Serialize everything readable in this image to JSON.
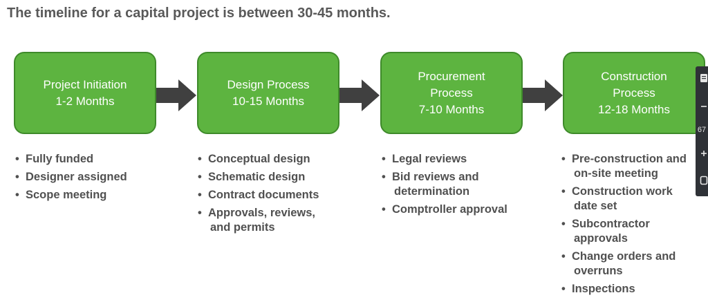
{
  "title": "The timeline for a capital project is between 30-45 months.",
  "stages": [
    {
      "name_lines": [
        "Project Initiation"
      ],
      "duration": "1-2 Months",
      "bullets": [
        [
          "Fully funded"
        ],
        [
          "Designer assigned"
        ],
        [
          "Scope meeting"
        ]
      ]
    },
    {
      "name_lines": [
        "Design Process"
      ],
      "duration": "10-15 Months",
      "bullets": [
        [
          "Conceptual design"
        ],
        [
          "Schematic design"
        ],
        [
          "Contract documents"
        ],
        [
          "Approvals, reviews,",
          "and permits"
        ]
      ]
    },
    {
      "name_lines": [
        "Procurement",
        "Process"
      ],
      "duration": "7-10 Months",
      "bullets": [
        [
          "Legal reviews"
        ],
        [
          "Bid reviews and",
          "determination"
        ],
        [
          "Comptroller approval"
        ]
      ]
    },
    {
      "name_lines": [
        "Construction",
        "Process"
      ],
      "duration": "12-18 Months",
      "bullets": [
        [
          "Pre-construction and",
          "on-site meeting"
        ],
        [
          "Construction work",
          "date set"
        ],
        [
          "Subcontractor",
          "approvals"
        ],
        [
          "Change orders and",
          "overruns"
        ],
        [
          "Inspections"
        ]
      ]
    }
  ],
  "viewer_toolbar": {
    "zoom_text": "67",
    "icons": [
      "page-icon",
      "zoom-out-icon",
      "zoom-in-icon",
      "fit-page-icon"
    ]
  },
  "colors": {
    "box_fill": "#5db440",
    "box_border": "#3e8a2a",
    "arrow": "#404040",
    "title_text": "#595959",
    "bullet_text": "#505050"
  }
}
